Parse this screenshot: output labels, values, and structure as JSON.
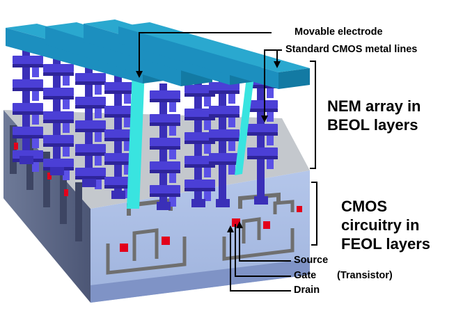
{
  "labels": {
    "movable_electrode": "Movable electrode",
    "standard_cmos_metal_lines": "Standard CMOS metal lines",
    "nem_array": [
      "NEM array in",
      "BEOL layers"
    ],
    "cmos_circuitry": [
      "CMOS",
      "circuitry in",
      "FEOL layers"
    ],
    "source": "Source",
    "gate": "Gate",
    "drain": "Drain",
    "transistor": "(Transistor)"
  },
  "colors": {
    "nem_structure": "#4b3fd6",
    "movable_electrode": "#39e4e0",
    "metal_line_top": "#2aa8cf",
    "metal_line_side": "#137aa3",
    "substrate_front": "#a9bde4",
    "substrate_top": "#bfc3c8",
    "substrate_side": "#5f6b8b",
    "contact_red": "#e3001b",
    "gate_gray": "#6f6f6f"
  }
}
